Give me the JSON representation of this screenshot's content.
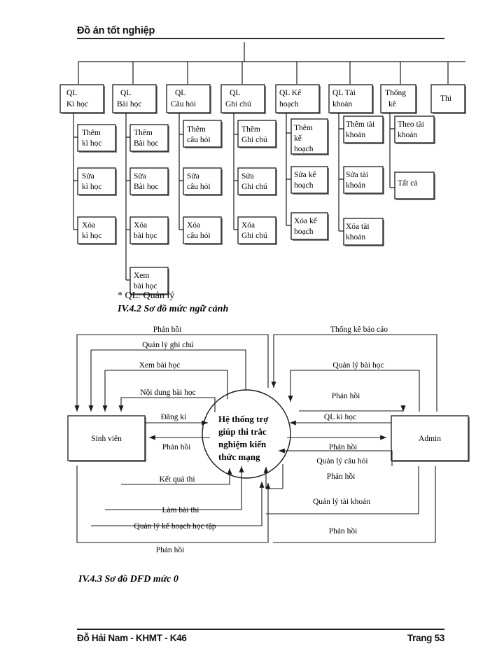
{
  "document": {
    "header_title": "Đồ án tốt nghiệp",
    "footer_left": "Đỗ Hải Nam - KHMT - K46",
    "footer_right": "Trang 53",
    "note_ql": "* QL: Quản lý",
    "caption_442": "IV.4.2 Sơ đồ mức ngữ cảnh",
    "caption_443": "IV.4.3 Sơ đồ DFD mức 0",
    "ink_color": "#1a1a1a",
    "page_background": "#ffffff"
  },
  "hierarchy": {
    "columns": [
      {
        "root": "QL\nKì học",
        "root_lines": [
          "QL",
          "Kì học"
        ],
        "children": [
          {
            "lines": [
              "Thêm",
              "kì học"
            ]
          },
          {
            "lines": [
              "Sửa",
              "kì học"
            ]
          },
          {
            "lines": [
              "Xóa",
              "kì học"
            ]
          }
        ]
      },
      {
        "root": "QL\nBài học",
        "root_lines": [
          "QL",
          "Bài học"
        ],
        "children": [
          {
            "lines": [
              "Thêm",
              "Bài học"
            ]
          },
          {
            "lines": [
              "Sửa",
              "Bài học"
            ]
          },
          {
            "lines": [
              "Xóa",
              "bài học"
            ]
          },
          {
            "lines": [
              "Xem",
              "bài học"
            ]
          }
        ]
      },
      {
        "root": "QL\nCâu hỏi",
        "root_lines": [
          "QL",
          "Câu hỏi"
        ],
        "children": [
          {
            "lines": [
              "Thêm",
              "câu hỏi"
            ]
          },
          {
            "lines": [
              "Sửa",
              "câu hỏi"
            ]
          },
          {
            "lines": [
              "Xóa",
              "câu hỏi"
            ]
          }
        ]
      },
      {
        "root": "QL\nGhi chú",
        "root_lines": [
          "QL",
          "Ghi chú"
        ],
        "children": [
          {
            "lines": [
              "Thêm",
              "Ghi chú"
            ]
          },
          {
            "lines": [
              "Sửa",
              "Ghi chú"
            ]
          },
          {
            "lines": [
              "Xóa",
              "Ghi chú"
            ]
          }
        ]
      },
      {
        "root": "QL Kế hoạch",
        "root_lines": [
          "QL Kế",
          "hoạch"
        ],
        "children": [
          {
            "lines": [
              "Thêm",
              "kế",
              "hoạch"
            ]
          },
          {
            "lines": [
              "Sửa kế",
              "hoạch"
            ]
          },
          {
            "lines": [
              "Xóa kế",
              "hoạch"
            ]
          }
        ]
      },
      {
        "root": "QL Tài khoản",
        "root_lines": [
          "QL Tài",
          "khoản"
        ],
        "children": [
          {
            "lines": [
              "Thêm tài",
              "khoản"
            ]
          },
          {
            "lines": [
              "Sửa tài",
              "khoản"
            ]
          },
          {
            "lines": [
              "Xóa tài",
              "khoản"
            ]
          }
        ]
      },
      {
        "root": "Thống kê",
        "root_lines": [
          "Thống",
          "kê"
        ],
        "children": [
          {
            "lines": [
              "Theo tài",
              "khoản"
            ]
          },
          {
            "lines": [
              "Tất cả"
            ]
          }
        ]
      },
      {
        "root": "Thi",
        "root_lines": [
          "Thi"
        ],
        "children": []
      }
    ]
  },
  "dfd": {
    "process": {
      "lines": [
        "Hệ thống trợ",
        "giúp thi trắc",
        "nghiệm kiến",
        "thức mạng"
      ]
    },
    "entities": [
      {
        "id": "sinh-vien",
        "label": "Sinh viên"
      },
      {
        "id": "admin",
        "label": "Admin"
      }
    ],
    "flows_left": [
      {
        "label": "Phản hồi",
        "direction": "process-to-entity"
      },
      {
        "label": "Quản lý ghi chú",
        "direction": "process-to-entity"
      },
      {
        "label": "Xem bài học",
        "direction": "process-to-entity"
      },
      {
        "label": "Nội dung bài học",
        "direction": "process-to-entity"
      },
      {
        "label": "Đăng kí",
        "direction": "entity-to-process"
      },
      {
        "label": "Phản hồi",
        "direction": "process-to-entity"
      },
      {
        "label": "Kết quả thi",
        "direction": "entity-to-process"
      },
      {
        "label": "Làm bài thi",
        "direction": "entity-to-process"
      },
      {
        "label": "Quản lý kế hoạch học tập",
        "direction": "entity-to-process"
      },
      {
        "label": "Phản hồi",
        "direction": "entity-to-process"
      }
    ],
    "flows_right": [
      {
        "label": "Thống kê báo cáo",
        "direction": "entity-to-process"
      },
      {
        "label": "Quản lý bài học",
        "direction": "entity-to-process"
      },
      {
        "label": "Phản hồi",
        "direction": "process-to-entity"
      },
      {
        "label": "QL kì học",
        "direction": "entity-to-process"
      },
      {
        "label": "Phản hồi",
        "direction": "process-to-entity"
      },
      {
        "label": "Quản lý câu hỏi",
        "direction": "entity-to-process"
      },
      {
        "label": "Phản hồi",
        "direction": "process-to-entity"
      },
      {
        "label": "Quản lý tài khoản",
        "direction": "entity-to-process"
      },
      {
        "label": "Phản hồi",
        "direction": "process-to-entity"
      }
    ]
  }
}
